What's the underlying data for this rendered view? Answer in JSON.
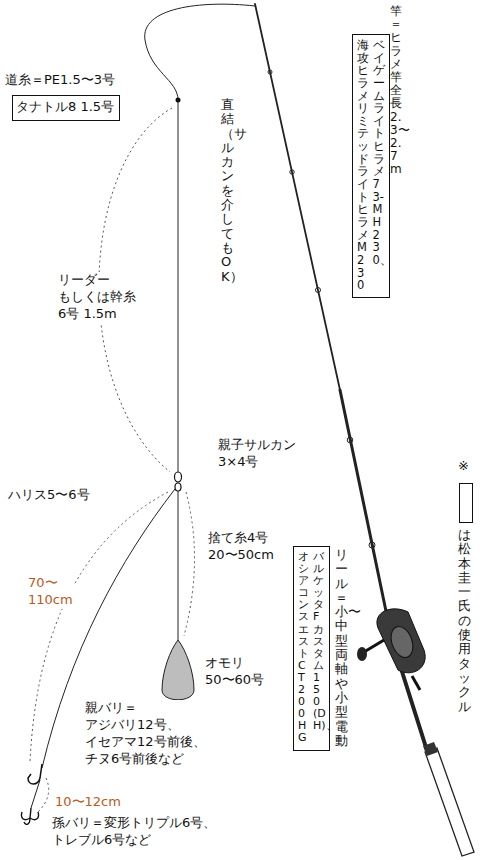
{
  "diagram": {
    "nodes": [
      {
        "text": [
          "タナトル8 1.5号"
        ]
      },
      {
        "text": [
          "ベイゲーム ライトヒラメ 73-MH230、",
          "海攻ヒラメリミテッド ライトヒラメ M230"
        ]
      },
      {
        "text": [
          "バルケッタFカスタム150(DH)、",
          "オシアコンスエストCT200HG"
        ]
      }
    ],
    "labels": [
      "道糸＝PE1.5〜3号",
      "直結（サルカンを介してもOK）",
      "リーダー もしくは幹糸 6号 1.5m",
      "親子サルカン 3×4号",
      "ハリス5〜6号",
      "捨て糸4号 20〜50cm",
      "70〜 110cm",
      "オモリ 50〜60号",
      "親バリ＝ アジバリ12号、 イセアマ12号前後、 チヌ6号前後など",
      "10〜12cm",
      "孫バリ＝変形トリプル6号、 トレブル6号など",
      "竿＝ヒラメ竿 全長2.3〜2.7m",
      "リール＝小〜中型両軸や小型電動",
      "※"
    ],
    "legend": [
      {
        "text": "は松本圭一氏の使用タックル"
      }
    ]
  }
}
